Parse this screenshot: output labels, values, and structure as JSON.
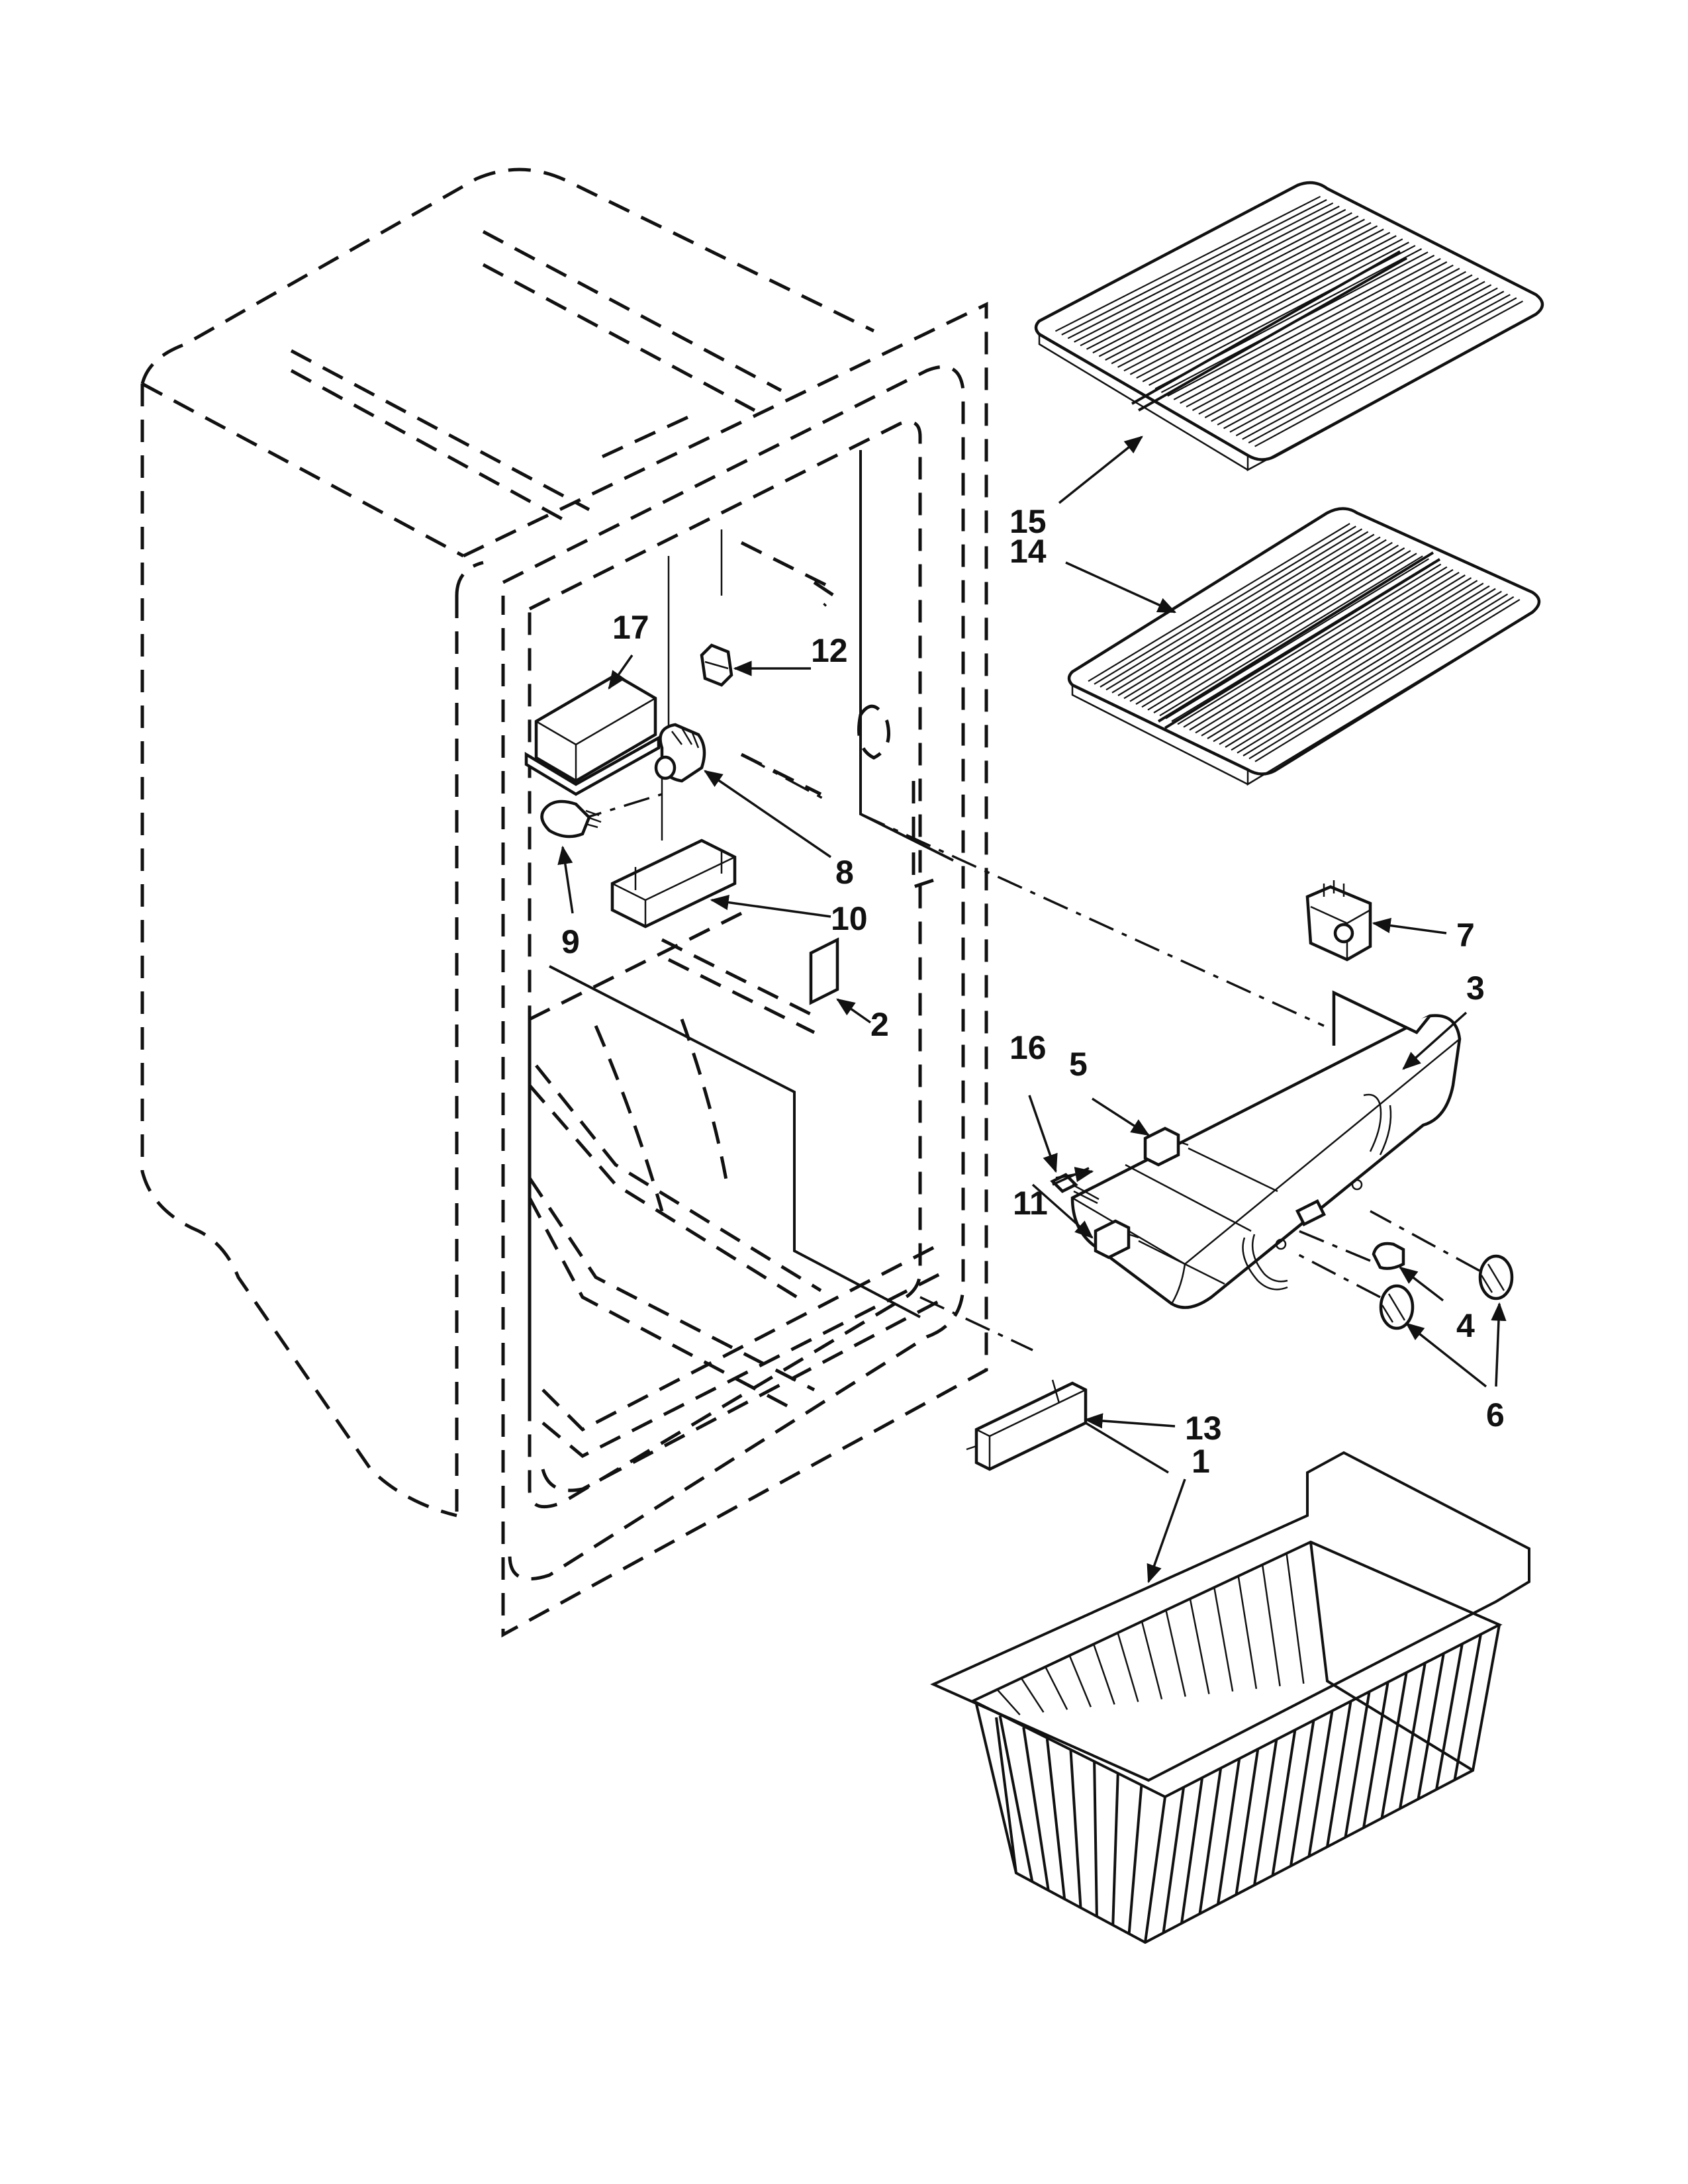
{
  "diagram": {
    "callouts": [
      {
        "id": "15",
        "text": "15"
      },
      {
        "id": "14",
        "text": "14"
      },
      {
        "id": "17",
        "text": "17"
      },
      {
        "id": "12",
        "text": "12"
      },
      {
        "id": "8",
        "text": "8"
      },
      {
        "id": "9",
        "text": "9"
      },
      {
        "id": "10",
        "text": "10"
      },
      {
        "id": "7",
        "text": "7"
      },
      {
        "id": "3",
        "text": "3"
      },
      {
        "id": "2",
        "text": "2"
      },
      {
        "id": "16",
        "text": "16"
      },
      {
        "id": "5",
        "text": "5"
      },
      {
        "id": "11",
        "text": "11"
      },
      {
        "id": "4",
        "text": "4"
      },
      {
        "id": "6",
        "text": "6"
      },
      {
        "id": "13",
        "text": "13"
      },
      {
        "id": "1",
        "text": "1"
      }
    ],
    "colors": {
      "ink": "#111111",
      "paper": "#ffffff"
    }
  }
}
